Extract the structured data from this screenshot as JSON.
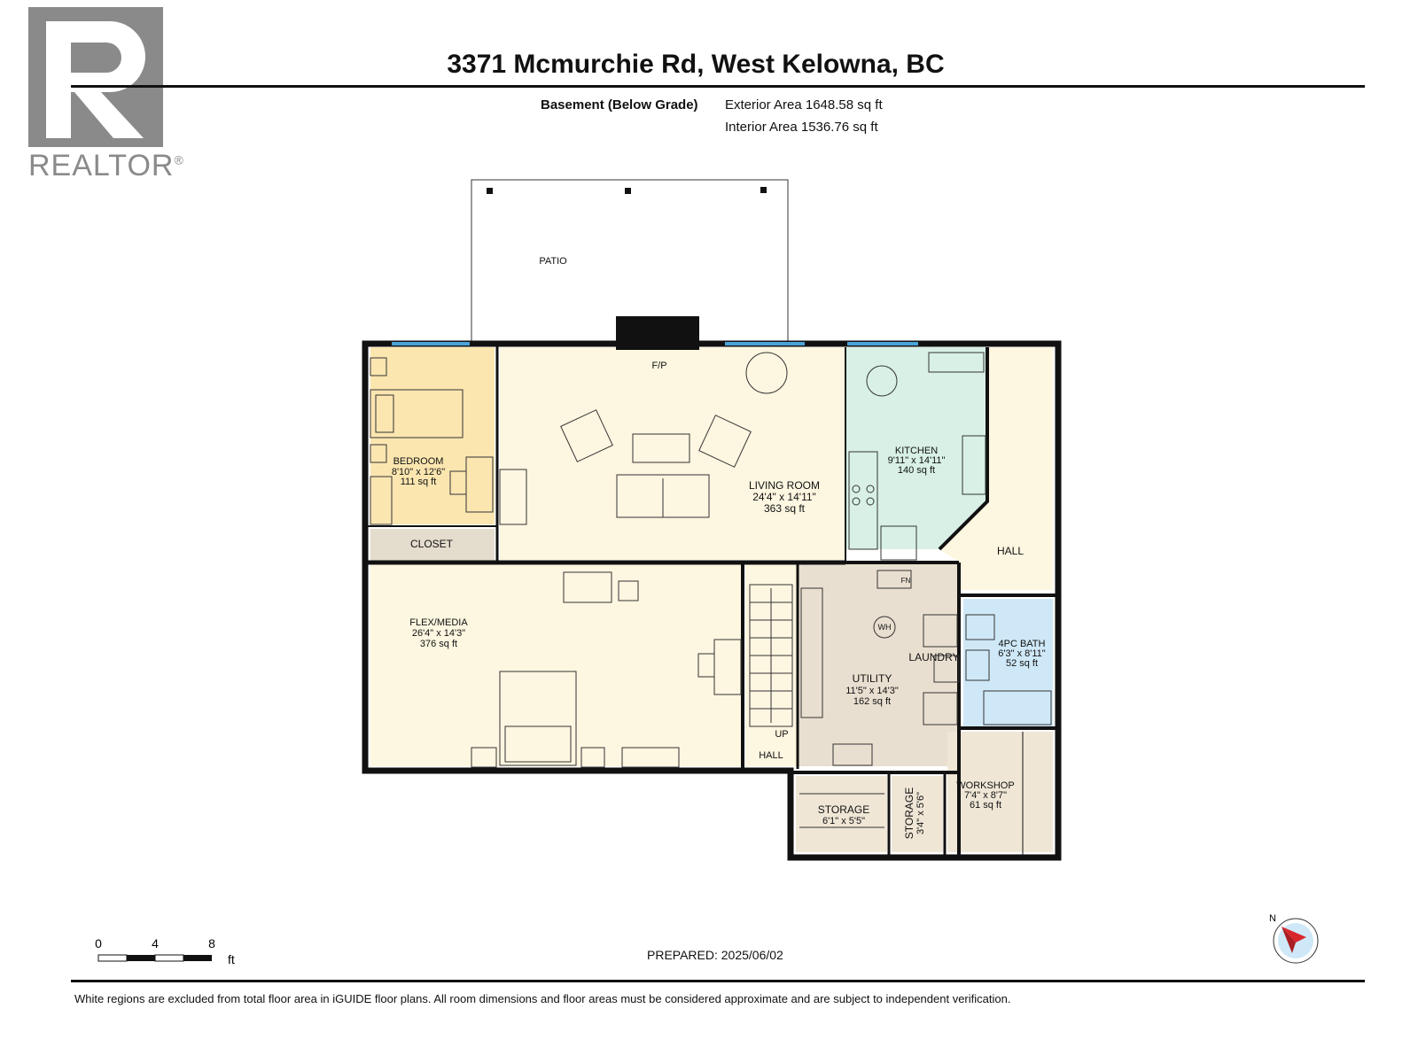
{
  "logo": {
    "text": "REALTOR",
    "mark": "®",
    "icon": "realtor-r-icon"
  },
  "header": {
    "title": "3371 Mcmurchie Rd, West Kelowna, BC",
    "level": "Basement (Below Grade)",
    "exterior_area": "Exterior Area 1648.58 sq ft",
    "interior_area": "Interior Area 1536.76 sq ft"
  },
  "rooms": {
    "patio": {
      "name": "PATIO"
    },
    "fireplace": {
      "name": "F/P"
    },
    "bedroom": {
      "name": "BEDROOM",
      "dims": "8'10\" x 12'6\"",
      "area": "111 sq ft"
    },
    "closet": {
      "name": "CLOSET"
    },
    "living": {
      "name": "LIVING ROOM",
      "dims": "24'4\" x 14'11\"",
      "area": "363 sq ft"
    },
    "kitchen": {
      "name": "KITCHEN",
      "dims": "9'11\" x 14'11\"",
      "area": "140 sq ft"
    },
    "hall_right": {
      "name": "HALL"
    },
    "flex": {
      "name": "FLEX/MEDIA",
      "dims": "26'4\" x 14'3\"",
      "area": "376 sq ft"
    },
    "stairs_up": {
      "name": "UP"
    },
    "hall_stair": {
      "name": "HALL"
    },
    "utility": {
      "name": "UTILITY",
      "dims": "11'5\" x 14'3\"",
      "area": "162 sq ft"
    },
    "laundry": {
      "name": "LAUNDRY"
    },
    "water_heater": {
      "name": "WH"
    },
    "furnace": {
      "name": "FN"
    },
    "bath": {
      "name": "4PC BATH",
      "dims": "6'3\" x 8'11\"",
      "area": "52 sq ft"
    },
    "storage1": {
      "name": "STORAGE",
      "dims": "6'1\" x 5'5\""
    },
    "storage2": {
      "name": "STORAGE",
      "dims": "3'4\" x 5'6\""
    },
    "workshop": {
      "name": "WORKSHOP",
      "dims": "7'4\" x 8'7\"",
      "area": "61 sq ft"
    }
  },
  "colors": {
    "bedroom": "#fbe6b0",
    "living": "#fdf6e0",
    "kitchen": "#d8f0e6",
    "hall": "#fdf6e0",
    "utility": "#e9dfd0",
    "bath": "#cfe8f7",
    "storage": "#efe6d6",
    "closet": "#e4dccd",
    "wall": "#111111",
    "window": "#4aa3d8",
    "compass": "#d9262b"
  },
  "scale": {
    "labels": [
      "0",
      "4",
      "8"
    ],
    "unit": "ft"
  },
  "prepared": "PREPARED: 2025/06/02",
  "compass": {
    "label": "N",
    "icon": "north-compass-icon"
  },
  "disclaimer": "White regions are excluded from total floor area in iGUIDE floor plans. All room dimensions and floor areas must be considered approximate and are subject to independent verification."
}
